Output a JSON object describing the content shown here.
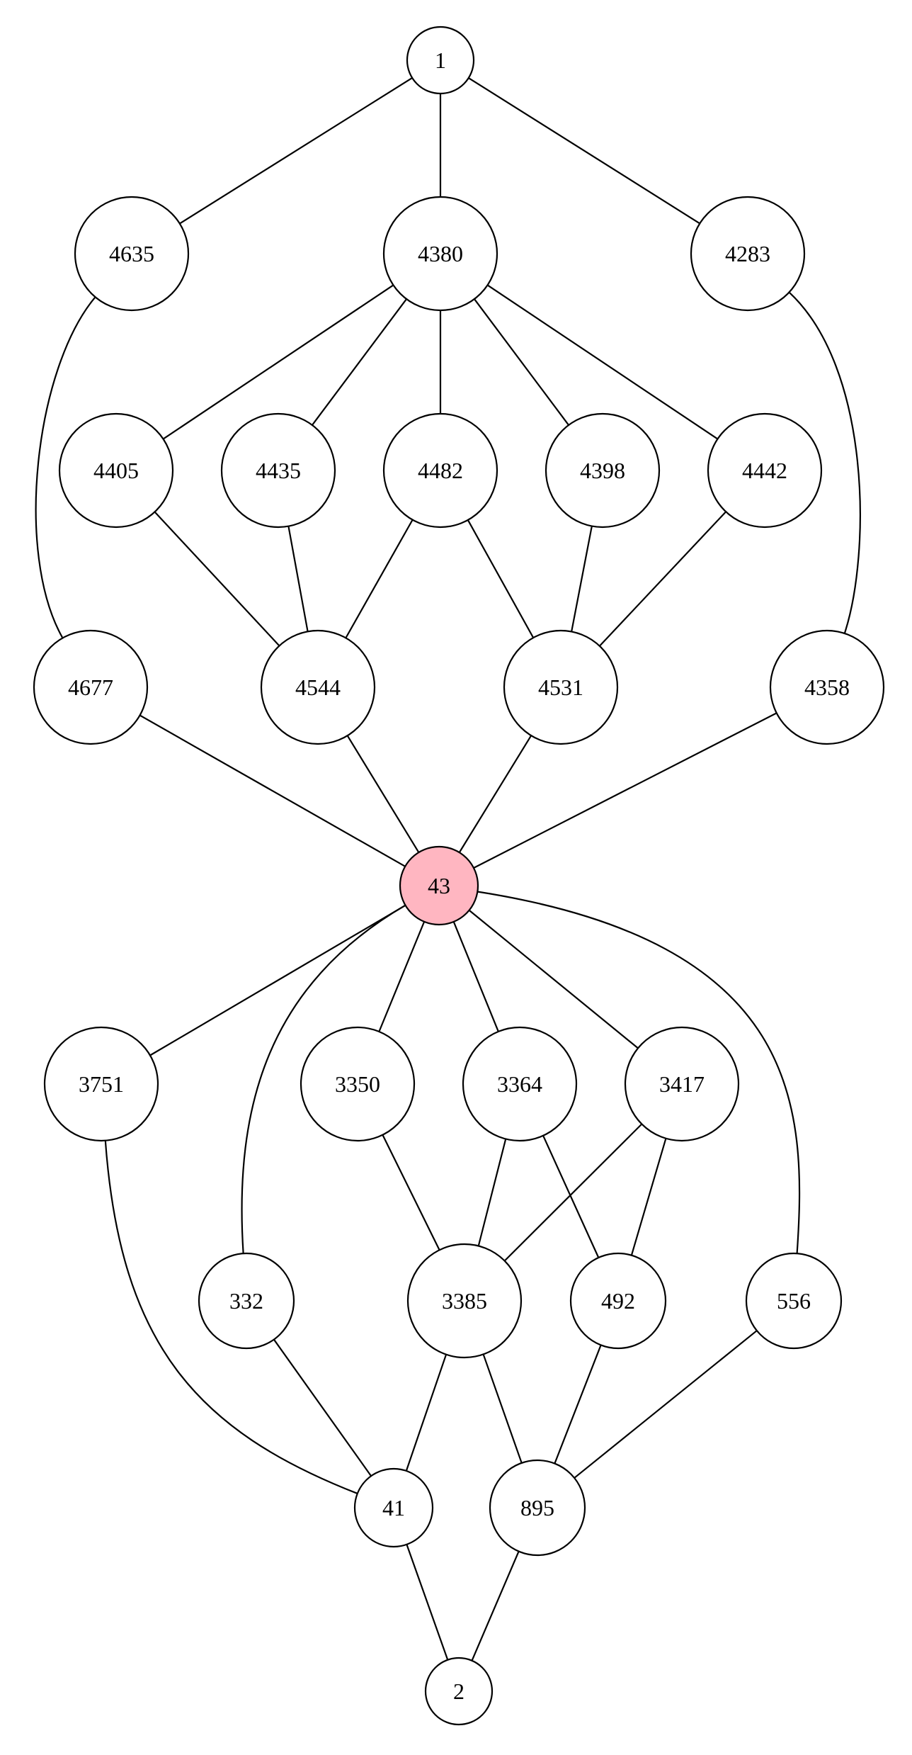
{
  "graph": {
    "nodes": [
      {
        "id": "1",
        "label": "1"
      },
      {
        "id": "4635",
        "label": "4635"
      },
      {
        "id": "4380",
        "label": "4380"
      },
      {
        "id": "4283",
        "label": "4283"
      },
      {
        "id": "4405",
        "label": "4405"
      },
      {
        "id": "4435",
        "label": "4435"
      },
      {
        "id": "4482",
        "label": "4482"
      },
      {
        "id": "4398",
        "label": "4398"
      },
      {
        "id": "4442",
        "label": "4442"
      },
      {
        "id": "4677",
        "label": "4677"
      },
      {
        "id": "4544",
        "label": "4544"
      },
      {
        "id": "4531",
        "label": "4531"
      },
      {
        "id": "4358",
        "label": "4358"
      },
      {
        "id": "43",
        "label": "43",
        "highlighted": true
      },
      {
        "id": "3751",
        "label": "3751"
      },
      {
        "id": "3350",
        "label": "3350"
      },
      {
        "id": "3364",
        "label": "3364"
      },
      {
        "id": "3417",
        "label": "3417"
      },
      {
        "id": "332",
        "label": "332"
      },
      {
        "id": "3385",
        "label": "3385"
      },
      {
        "id": "492",
        "label": "492"
      },
      {
        "id": "556",
        "label": "556"
      },
      {
        "id": "41",
        "label": "41"
      },
      {
        "id": "895",
        "label": "895"
      },
      {
        "id": "2",
        "label": "2"
      }
    ],
    "edges": [
      {
        "from": "1",
        "to": "4635"
      },
      {
        "from": "1",
        "to": "4380"
      },
      {
        "from": "1",
        "to": "4283"
      },
      {
        "from": "4635",
        "to": "4677"
      },
      {
        "from": "4380",
        "to": "4405"
      },
      {
        "from": "4380",
        "to": "4435"
      },
      {
        "from": "4380",
        "to": "4482"
      },
      {
        "from": "4380",
        "to": "4398"
      },
      {
        "from": "4380",
        "to": "4442"
      },
      {
        "from": "4283",
        "to": "4358"
      },
      {
        "from": "4405",
        "to": "4544"
      },
      {
        "from": "4435",
        "to": "4544"
      },
      {
        "from": "4482",
        "to": "4544"
      },
      {
        "from": "4482",
        "to": "4531"
      },
      {
        "from": "4398",
        "to": "4531"
      },
      {
        "from": "4442",
        "to": "4531"
      },
      {
        "from": "4677",
        "to": "43"
      },
      {
        "from": "4544",
        "to": "43"
      },
      {
        "from": "4531",
        "to": "43"
      },
      {
        "from": "4358",
        "to": "43"
      },
      {
        "from": "43",
        "to": "3751"
      },
      {
        "from": "43",
        "to": "332"
      },
      {
        "from": "43",
        "to": "3350"
      },
      {
        "from": "43",
        "to": "3364"
      },
      {
        "from": "43",
        "to": "3417"
      },
      {
        "from": "43",
        "to": "556"
      },
      {
        "from": "3751",
        "to": "41"
      },
      {
        "from": "3350",
        "to": "3385"
      },
      {
        "from": "3364",
        "to": "3385"
      },
      {
        "from": "3364",
        "to": "492"
      },
      {
        "from": "3417",
        "to": "3385"
      },
      {
        "from": "3417",
        "to": "492"
      },
      {
        "from": "332",
        "to": "41"
      },
      {
        "from": "3385",
        "to": "41"
      },
      {
        "from": "3385",
        "to": "895"
      },
      {
        "from": "492",
        "to": "895"
      },
      {
        "from": "556",
        "to": "895"
      },
      {
        "from": "41",
        "to": "2"
      },
      {
        "from": "895",
        "to": "2"
      }
    ]
  },
  "colors": {
    "node_fill": "#ffffff",
    "highlight_fill": "#ffb6c1",
    "stroke": "#000000"
  }
}
